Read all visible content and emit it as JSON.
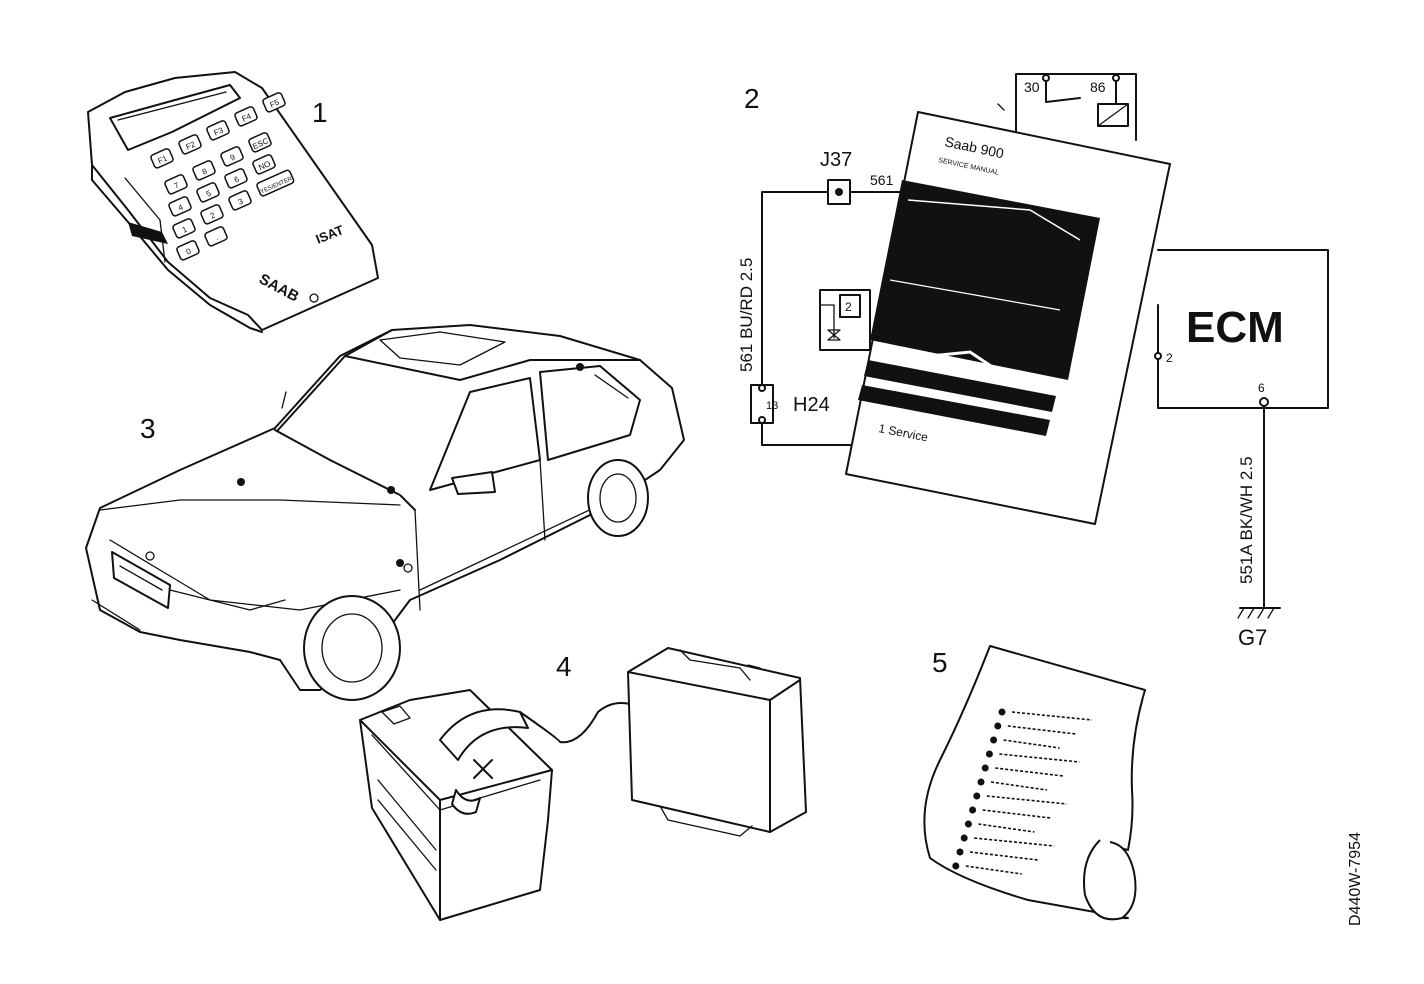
{
  "callouts": {
    "c1": "1",
    "c2": "2",
    "c3": "3",
    "c4": "4",
    "c5": "5"
  },
  "scan_tool": {
    "keys": [
      "F1",
      "F2",
      "F3",
      "F4",
      "F5",
      "7",
      "8",
      "9",
      "ESC",
      "4",
      "5",
      "6",
      "NO",
      "1",
      "2",
      "3",
      "YES/ENTER",
      "0",
      "."
    ],
    "badge": "ISAT",
    "brand": "SAAB"
  },
  "wiring": {
    "connector_j37": "J37",
    "wire_561": "561",
    "wire_561_bu_rd": "561 BU/RD 2.5",
    "pin_13": "13",
    "connector_h24": "H24",
    "relay_pin_30": "30",
    "relay_pin_86": "86",
    "small_relay_pin": "2",
    "ecm_label": "ECM",
    "ecm_pin_2": "2",
    "ecm_pin_6": "6",
    "wire_551a": "551A BK/WH 2.5",
    "ground_g7": "G7"
  },
  "manual": {
    "title": "Saab 900",
    "subtitle": "SERVICE MANUAL",
    "section": "1 Service"
  },
  "drawing_number": "D440W-7954"
}
